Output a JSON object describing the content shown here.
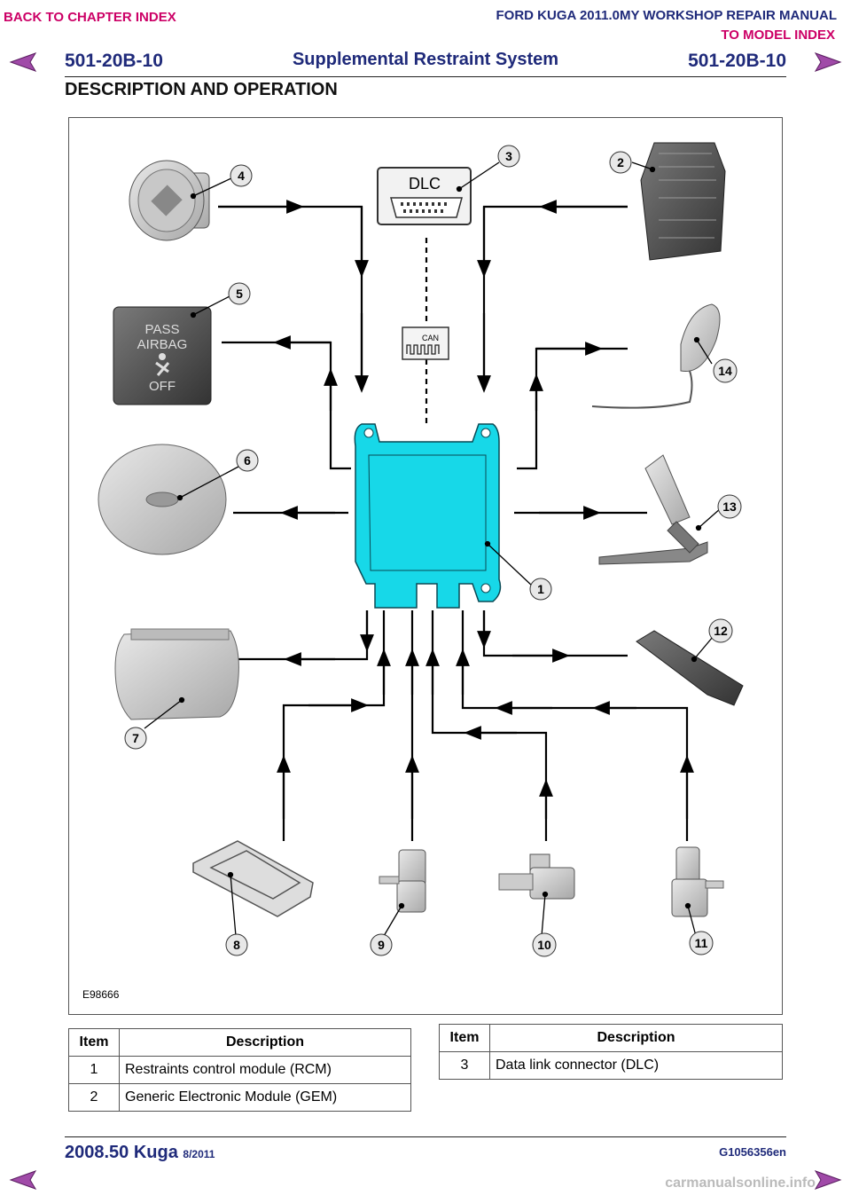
{
  "header": {
    "back_chapter": "BACK TO CHAPTER INDEX",
    "manual_title": "FORD KUGA 2011.0MY WORKSHOP REPAIR MANUAL",
    "model_index": "TO MODEL INDEX",
    "code_left": "501-20B-10",
    "code_right": "501-20B-10",
    "system_title": "Supplemental Restraint System",
    "section_title": "DESCRIPTION AND OPERATION"
  },
  "figure": {
    "id": "E98666",
    "dlc_label": "DLC",
    "can_label": "CAN",
    "airbag_lamp": {
      "line1": "PASS",
      "line2": "AIRBAG",
      "line3": "OFF"
    },
    "callouts": [
      "1",
      "2",
      "3",
      "4",
      "5",
      "6",
      "7",
      "8",
      "9",
      "10",
      "11",
      "12",
      "13",
      "14"
    ]
  },
  "tables": {
    "left": {
      "headers": [
        "Item",
        "Description"
      ],
      "rows": [
        {
          "item": "1",
          "desc": "Restraints control module (RCM)"
        },
        {
          "item": "2",
          "desc": "Generic Electronic Module (GEM)"
        }
      ]
    },
    "right": {
      "headers": [
        "Item",
        "Description"
      ],
      "rows": [
        {
          "item": "3",
          "desc": "Data link connector (DLC)"
        }
      ]
    }
  },
  "footer": {
    "model": "2008.50 Kuga",
    "date": "8/2011",
    "doc_code": "G1056356en",
    "watermark": "carmanualsonline.info"
  },
  "colors": {
    "header_pink": "#cc0066",
    "header_blue": "#1f2a7a",
    "rcm_cyan": "#17d8e8",
    "nav_arrow": "#a04aa8"
  }
}
